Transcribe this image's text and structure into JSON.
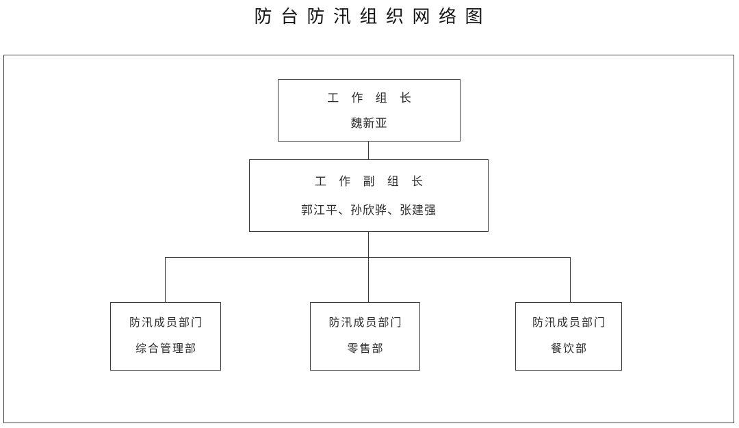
{
  "title": "防 台 防 汛 组 织 网 络 图",
  "diagram": {
    "type": "organization-chart",
    "leader": {
      "role": "工 作 组 长",
      "name": "魏新亚"
    },
    "deputy": {
      "role": "工 作 副 组 长",
      "name": "郭江平、孙欣骅、张建强"
    },
    "members": [
      {
        "role": "防汛成员部门",
        "name": "综合管理部"
      },
      {
        "role": "防汛成员部门",
        "name": "零售部"
      },
      {
        "role": "防汛成员部门",
        "name": "餐饮部"
      }
    ]
  },
  "colors": {
    "border": "#3a3a3a",
    "frame": "#3d3d3d",
    "text": "#2b2b2b",
    "background": "#ffffff"
  }
}
